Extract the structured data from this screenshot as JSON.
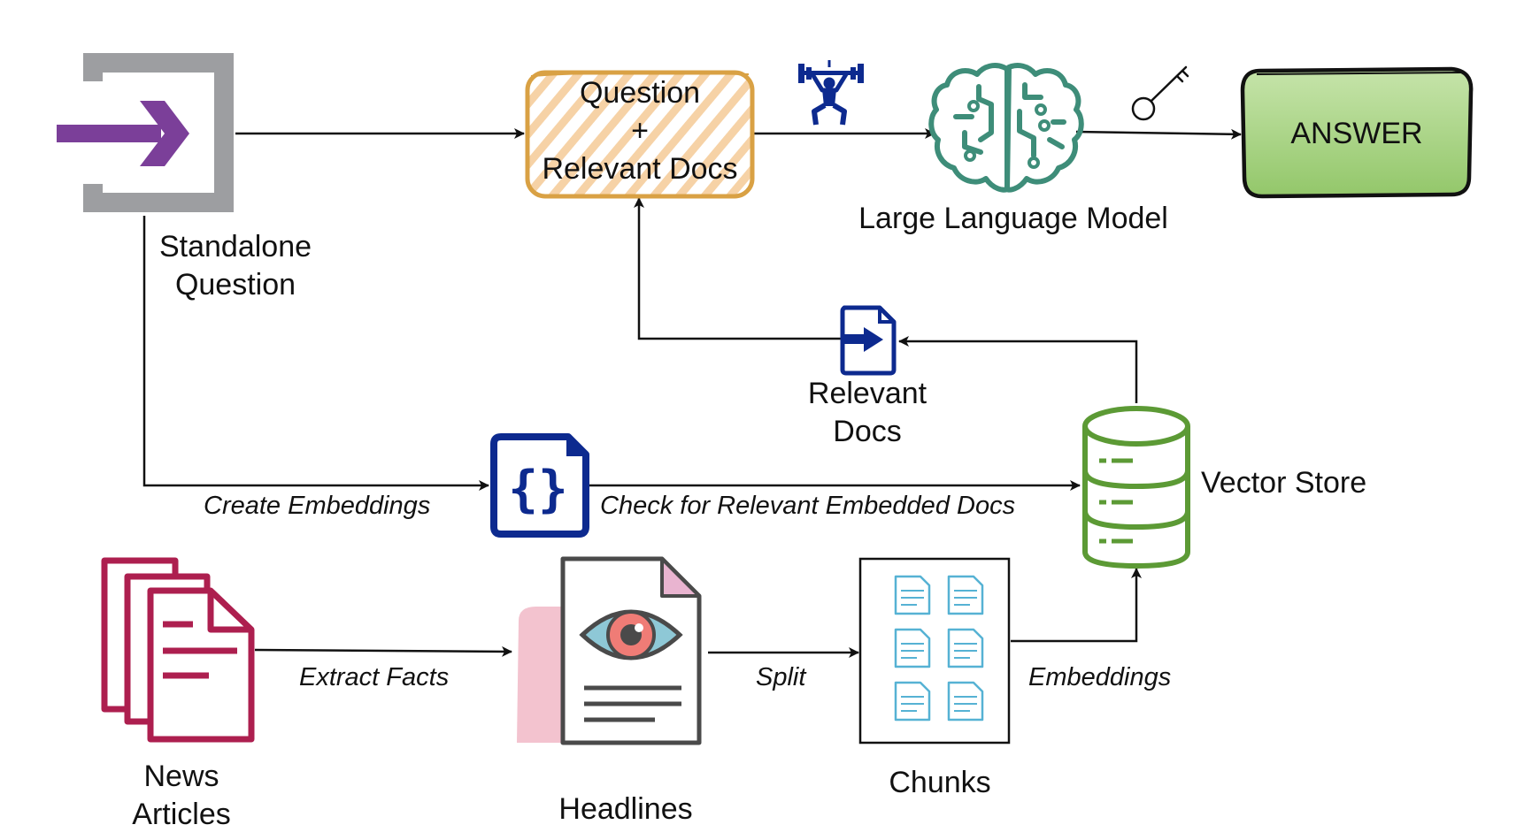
{
  "nodes": {
    "standalone": {
      "line1": "Standalone",
      "line2": "Question",
      "icon": "enter-icon"
    },
    "prompt_box": {
      "line1": "Question",
      "line2": "+",
      "line3": "Relevant Docs"
    },
    "llm": {
      "label": "Large Language Model",
      "icon": "brain-circuit-icon"
    },
    "answer": {
      "label": "ANSWER"
    },
    "relevant_docs": {
      "line1": "Relevant",
      "line2": "Docs",
      "icon": "document-import-icon"
    },
    "embedding": {
      "icon": "json-file-icon"
    },
    "vector_store": {
      "label": "Vector Store",
      "icon": "database-icon"
    },
    "news": {
      "line1": "News",
      "line2": "Articles",
      "icon": "documents-stack-icon"
    },
    "headlines": {
      "label": "Headlines",
      "icon": "document-eye-icon"
    },
    "chunks": {
      "label": "Chunks",
      "icon": "document-grid-icon"
    }
  },
  "edges": {
    "create_embeddings": "Create Embeddings",
    "check_relevant": "Check for Relevant Embedded Docs",
    "extract_facts": "Extract Facts",
    "split": "Split",
    "embeddings": "Embeddings"
  },
  "decorations": {
    "weightlifter": "weightlifter-icon",
    "key": "key-icon"
  },
  "colors": {
    "enter_gray": "#9d9ea1",
    "enter_arrow": "#7b3f99",
    "prompt_border": "#d9a144",
    "prompt_hatch": "#f6d2a6",
    "llm_green": "#3e8d79",
    "answer_fill": "#a5d27f",
    "navy": "#0d2a8f",
    "db_green": "#5c9a35",
    "news_red": "#ad1f4f",
    "chunk_blue": "#56b2d4"
  }
}
